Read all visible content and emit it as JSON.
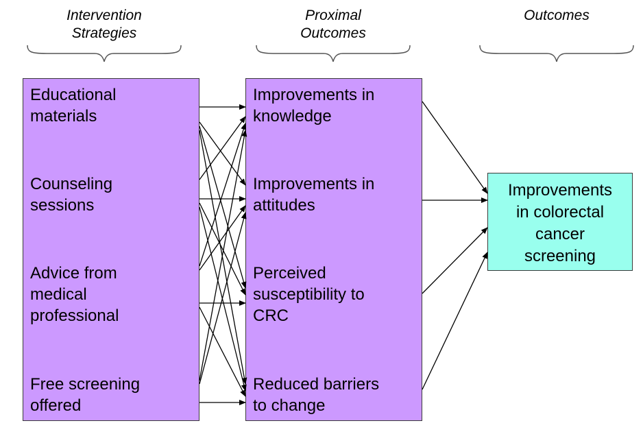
{
  "headers": {
    "strategies": [
      "Intervention",
      "Strategies"
    ],
    "proximal": [
      "Proximal",
      "Outcomes"
    ],
    "outcomes": [
      "Outcomes"
    ]
  },
  "strategies": [
    [
      "Educational",
      "materials"
    ],
    [
      "Counseling",
      "sessions"
    ],
    [
      "Advice from",
      "medical",
      "professional"
    ],
    [
      "Free screening",
      "offered"
    ]
  ],
  "proximal_outcomes": [
    [
      "Improvements in",
      "knowledge"
    ],
    [
      "Improvements in",
      "attitudes"
    ],
    [
      "Perceived",
      "susceptibility to",
      "CRC"
    ],
    [
      "Reduced barriers",
      "to change"
    ]
  ],
  "final_outcome": [
    "Improvements",
    "in colorectal",
    "cancer",
    "screening"
  ],
  "colors": {
    "box_purple": "#cc99ff",
    "box_teal": "#99ffee",
    "border": "#3a3a3a",
    "arrow": "#000000"
  },
  "links": {
    "strategy_to_proximal": [
      [
        0,
        0
      ],
      [
        0,
        1
      ],
      [
        0,
        2
      ],
      [
        0,
        3
      ],
      [
        1,
        0
      ],
      [
        1,
        1
      ],
      [
        1,
        2
      ],
      [
        1,
        3
      ],
      [
        2,
        0
      ],
      [
        2,
        1
      ],
      [
        2,
        2
      ],
      [
        2,
        3
      ],
      [
        3,
        0
      ],
      [
        3,
        1
      ],
      [
        3,
        3
      ]
    ],
    "proximal_to_outcome": [
      0,
      1,
      2,
      3
    ]
  }
}
